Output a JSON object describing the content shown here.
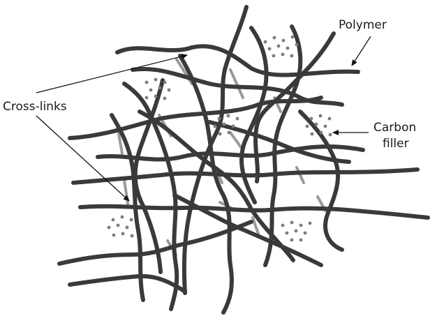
{
  "labels": {
    "polymer": "Polymer",
    "cross_links": "Cross-links",
    "carbon_line1": "Carbon",
    "carbon_line2": "filler"
  },
  "colors": {
    "polymer_chain": "#3a3a3a",
    "cross_link": "#9a9a9a",
    "carbon_dot": "#7c7c7c",
    "text": "#1a1a1a",
    "background": "#ffffff"
  }
}
